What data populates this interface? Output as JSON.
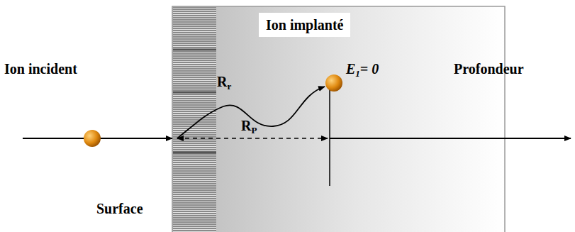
{
  "diagram": {
    "labels": [
      "Ion incident",
      "Ion implanté",
      "Rr",
      "E1= 0",
      "Profondeur",
      "RP",
      "Surface"
    ]
  }
}
